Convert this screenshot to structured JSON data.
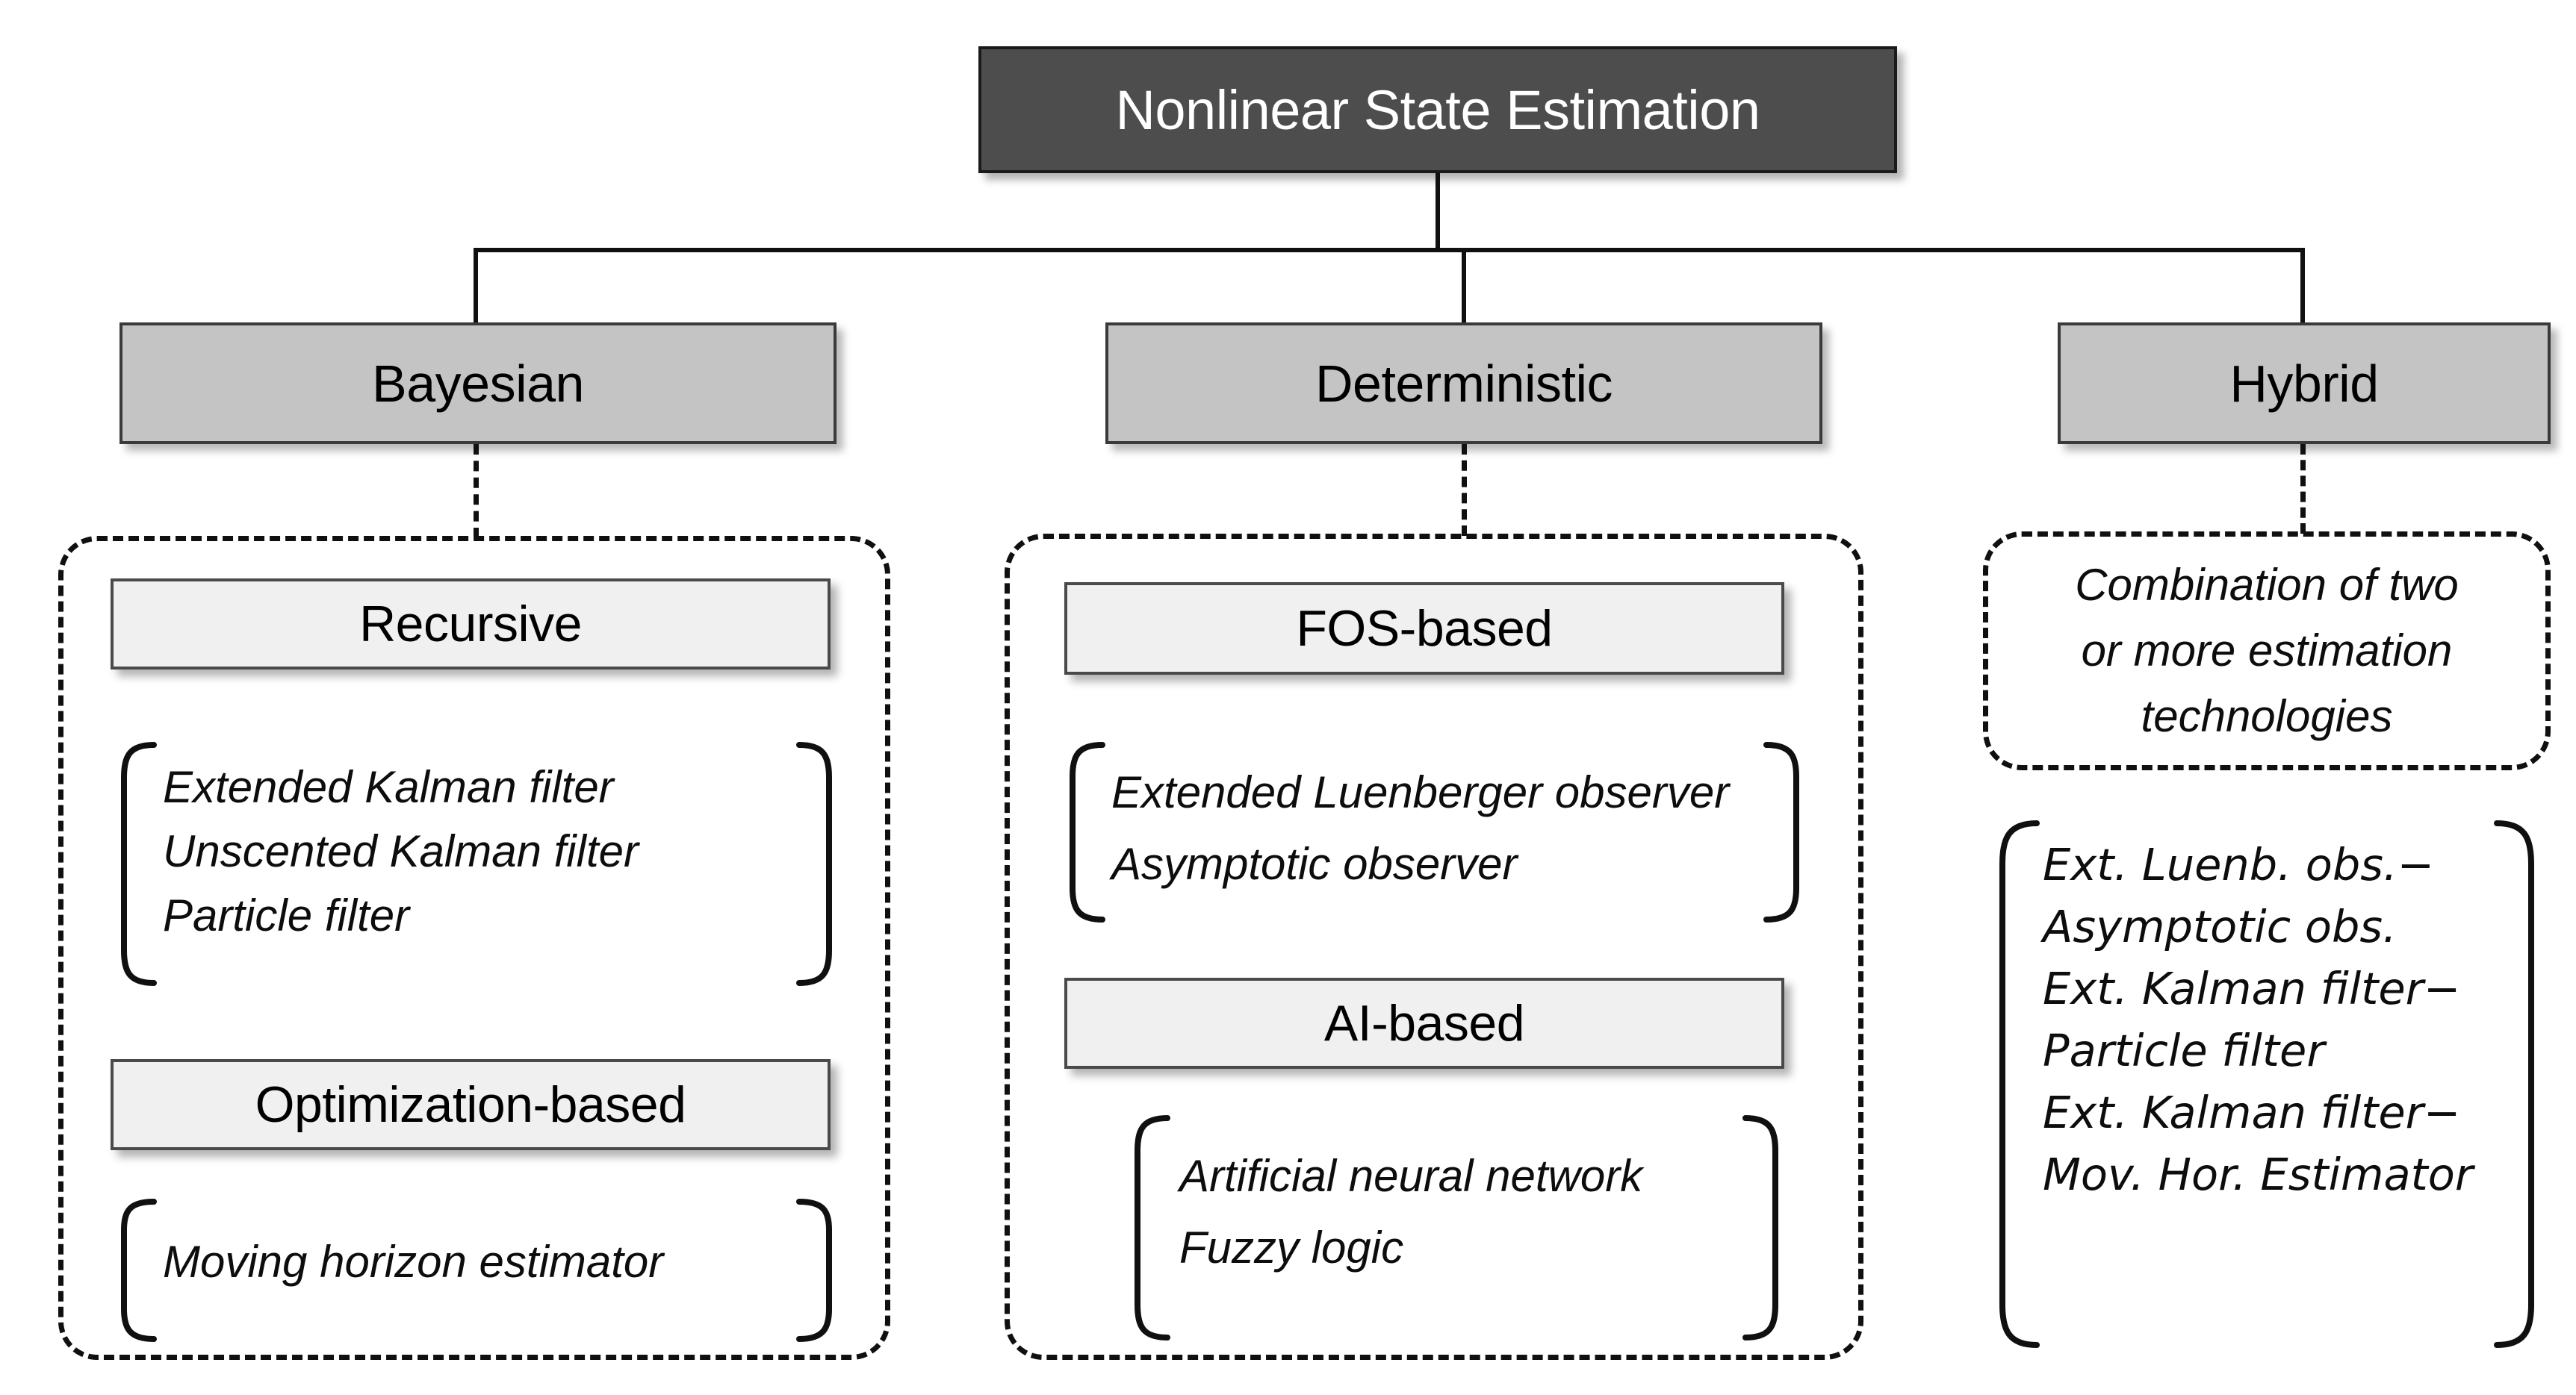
{
  "diagram": {
    "title": "Nonlinear State Estimation",
    "root": {
      "label": "Nonlinear State Estimation"
    },
    "branches": [
      {
        "id": "bayesian",
        "label": "Bayesian",
        "groups": [
          {
            "id": "recursive",
            "label": "Recursive",
            "items": [
              "Extended Kalman filter",
              "Unscented Kalman filter",
              "Particle filter"
            ]
          },
          {
            "id": "optimization-based",
            "label": "Optimization-based",
            "items": [
              "Moving horizon estimator"
            ]
          }
        ]
      },
      {
        "id": "deterministic",
        "label": "Deterministic",
        "groups": [
          {
            "id": "fos-based",
            "label": "FOS-based",
            "items": [
              "Extended Luenberger observer",
              "Asymptotic observer"
            ]
          },
          {
            "id": "ai-based",
            "label": "AI-based",
            "items": [
              "Artificial neural network",
              "Fuzzy logic"
            ]
          }
        ]
      },
      {
        "id": "hybrid",
        "label": "Hybrid",
        "description": "Combination of two\nor more estimation\ntechnologies",
        "groups": [
          {
            "id": "hybrid-combinations",
            "label": "",
            "items": [
              "Ext. Luenb. obs.−",
              "Asymptotic obs.",
              "Ext. Kalman filter−",
              "Particle filter",
              "Ext. Kalman filter−",
              "Mov. Hor. Estimator"
            ]
          }
        ]
      }
    ],
    "colors": {
      "root_fill": "#4d4d4d",
      "root_text": "#ffffff",
      "level2_fill": "#c4c4c4",
      "level3_fill": "#f0f0f0",
      "line": "#101010",
      "text": "#000000"
    }
  }
}
